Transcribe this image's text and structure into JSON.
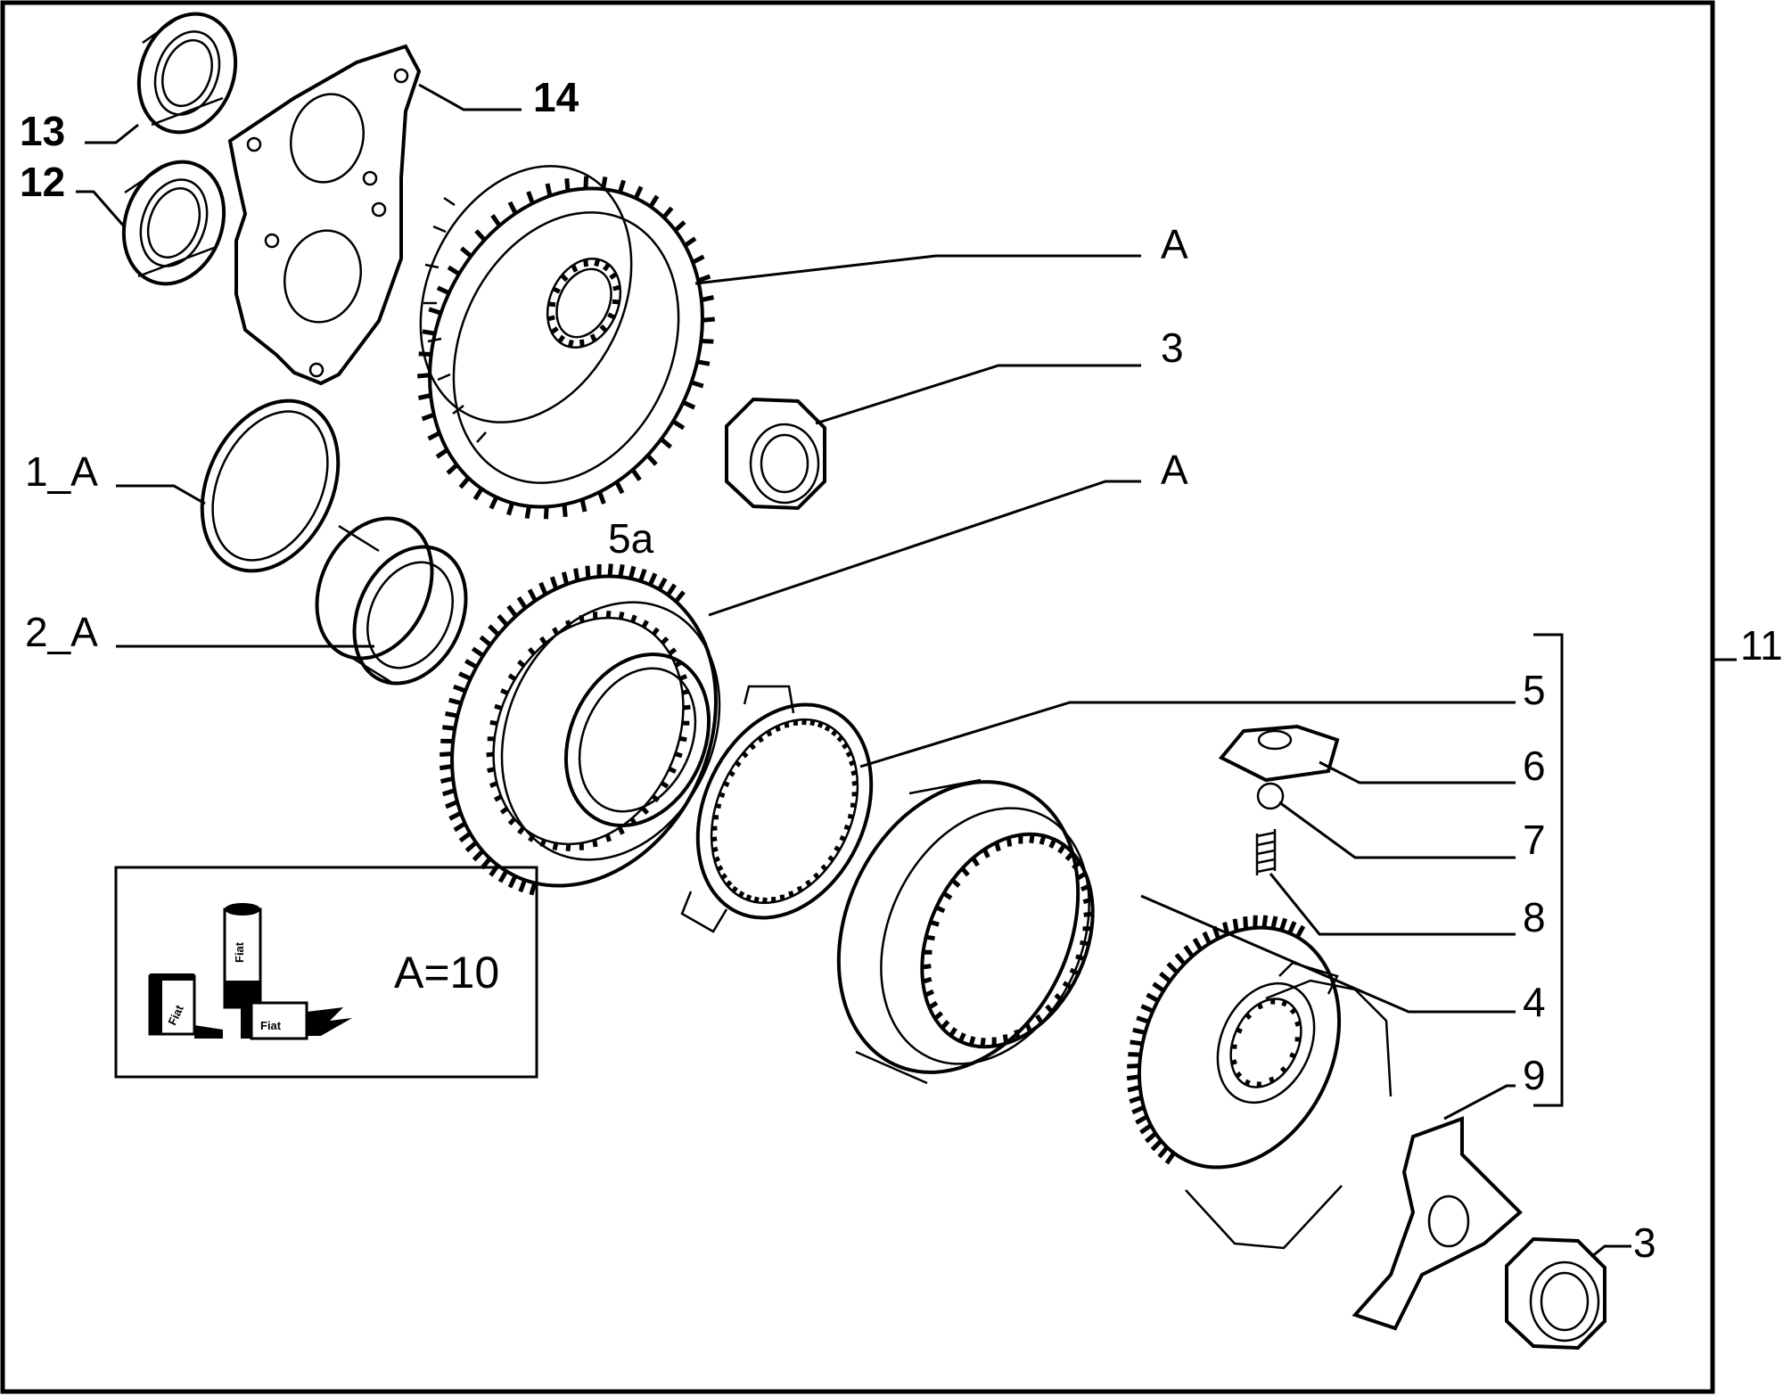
{
  "labels": {
    "p1": "1_A",
    "p2": "2_A",
    "p3a": "3",
    "p3b": "3",
    "p4": "4",
    "p5": "5",
    "p5a": "5a",
    "p6": "6",
    "p7": "7",
    "p8": "8",
    "p9": "9",
    "p11": "11",
    "p12": "12",
    "p13": "13",
    "p14": "14",
    "pA1": "A",
    "pA2": "A"
  },
  "legend": {
    "formula": "A=10",
    "brand_a": "Fiat",
    "brand_b": "Fiat",
    "brand_c": "Fiat",
    "icon": "lubricant-containers-icon"
  }
}
